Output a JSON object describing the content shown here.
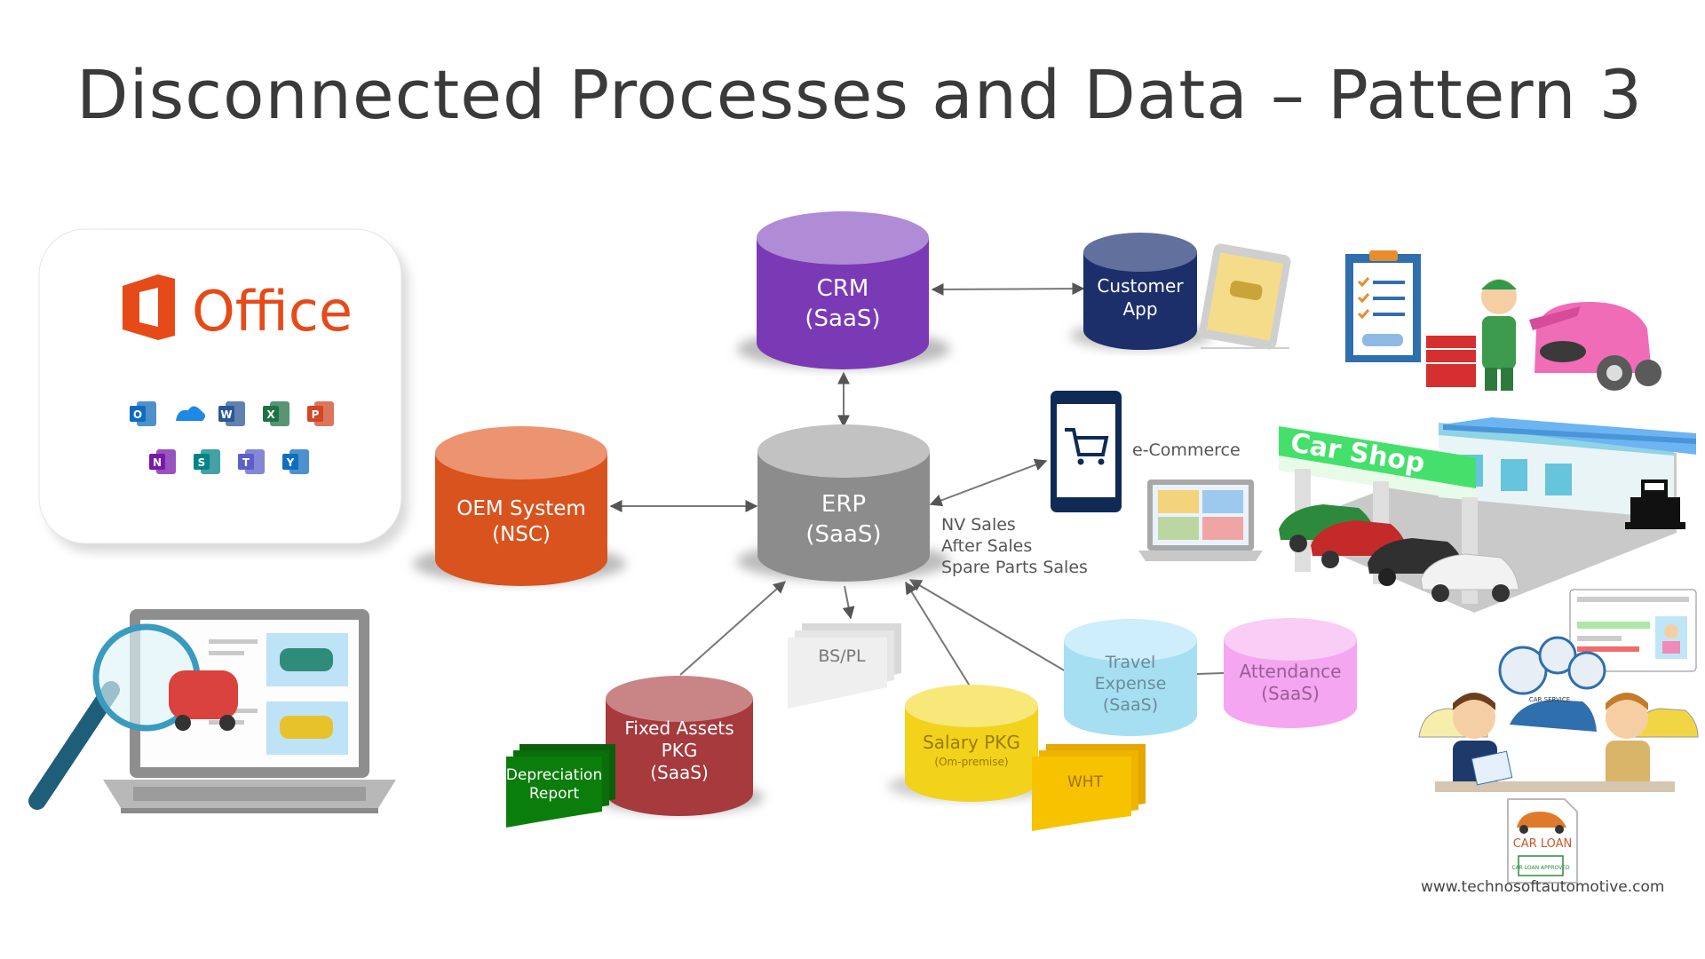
{
  "title": "Disconnected Processes and Data – Pattern 3",
  "office_logo_text": "Office",
  "office_app_icons": [
    {
      "name": "outlook-icon",
      "letter": "O",
      "color": "#0f6cbd"
    },
    {
      "name": "onedrive-icon",
      "letter": "",
      "color": "#1e88e5"
    },
    {
      "name": "word-icon",
      "letter": "W",
      "color": "#2b5797"
    },
    {
      "name": "excel-icon",
      "letter": "X",
      "color": "#1f7244"
    },
    {
      "name": "powerpoint-icon",
      "letter": "P",
      "color": "#d24726"
    },
    {
      "name": "onenote-icon",
      "letter": "N",
      "color": "#7719aa"
    },
    {
      "name": "sharepoint-icon",
      "letter": "S",
      "color": "#038387"
    },
    {
      "name": "teams-icon",
      "letter": "T",
      "color": "#5b5fc7"
    },
    {
      "name": "yammer-icon",
      "letter": "Y",
      "color": "#106ebe"
    }
  ],
  "nodes": {
    "crm": {
      "line1": "CRM",
      "line2": "(SaaS)",
      "color": "#7b3ab5"
    },
    "customer_app": {
      "line1": "Customer",
      "line2": "App",
      "color": "#1c2f6b"
    },
    "oem": {
      "line1": "OEM System",
      "line2": "(NSC)",
      "color": "#d9531e"
    },
    "erp": {
      "line1": "ERP",
      "line2": "(SaaS)",
      "color": "#8c8c8c"
    },
    "fixed_assets": {
      "line1": "Fixed Assets",
      "line2": "PKG",
      "line3": "(SaaS)",
      "color": "#a63a3d"
    },
    "salary": {
      "line1": "Salary PKG",
      "line2": "(Om-premise)",
      "color": "#f2d21b"
    },
    "travel": {
      "line1": "Travel",
      "line2": "Expense",
      "line3": "(SaaS)",
      "color": "#a6dff2"
    },
    "attendance": {
      "line1": "Attendance",
      "line2": "(SaaS)",
      "color": "#f4a6f0"
    }
  },
  "documents": {
    "bs_pl": "BS/PL",
    "depreciation_line1": "Depreciation",
    "depreciation_line2": "Report",
    "wht": "WHT"
  },
  "ecommerce_label": "e-Commerce",
  "sales_labels": [
    "NV Sales",
    "After Sales",
    "Spare Parts Sales"
  ],
  "car_shop_sign": "Car Shop",
  "car_loan_label": "CAR LOAN",
  "car_loan_stamp": "CAR LOAN APPROVED",
  "car_service_label": "CAR SERVICE",
  "footer_url": "www.technosoftautomotive.com"
}
